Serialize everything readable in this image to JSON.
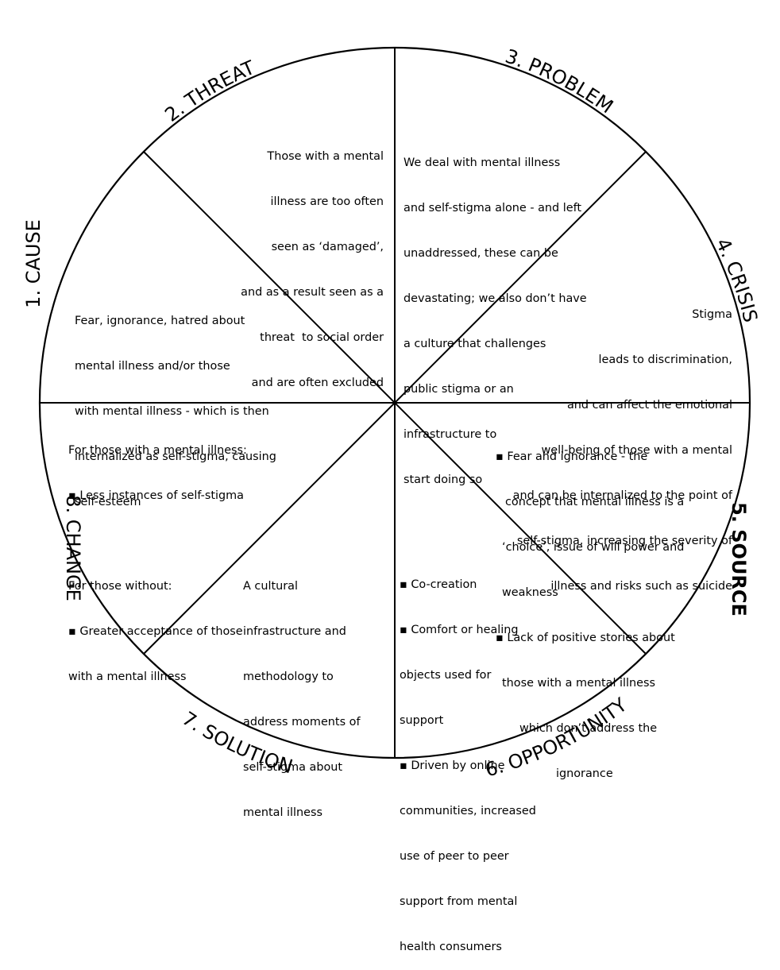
{
  "diagram": {
    "segments": [
      {
        "id": "cause",
        "label": "1. CAUSE",
        "lines": [
          "Fear, ignorance, hatred about",
          "mental illness and/or those",
          "with mental illness - which is then",
          "internalized as self-stigma, causing",
          "self-esteem"
        ]
      },
      {
        "id": "threat",
        "label": "2. THREAT",
        "lines": [
          "Those with a mental",
          "illness are too often",
          "seen as ‘damaged’,",
          "and as a result seen as a",
          "threat  to social order",
          "and are often excluded"
        ]
      },
      {
        "id": "problem",
        "label": "3. PROBLEM",
        "lines": [
          "We deal with mental illness",
          "and self-stigma alone - and left",
          "unaddressed, these can be",
          "devastating; we also don’t have",
          "a culture that challenges",
          "public stigma or an",
          "infrastructure to",
          "start doing so"
        ]
      },
      {
        "id": "crisis",
        "label": "4. CRISIS",
        "lines": [
          "Stigma",
          "leads to discrimination,",
          "and can affect the emotional",
          "well-being of those with a mental",
          "and can be internalized to the point of",
          "self-stigma, increasing the severity of",
          "illness and risks such as suicide"
        ]
      },
      {
        "id": "source",
        "label": "5. SOURCE",
        "lines": [
          "▪ Fear and ignorance - the",
          "concept that mental illness is a",
          "‘choice’, issue of will power and",
          "weakness",
          "▪ Lack of positive stories about",
          "those with a mental illness",
          "which don’t address the",
          "ignorance"
        ]
      },
      {
        "id": "opportunity",
        "label": "6. OPPORTUNITY",
        "lines": [
          "▪ Co-creation",
          "▪ Comfort or healing",
          "objects used for",
          "support",
          "▪ Driven by online",
          "communities, increased",
          "use of peer to peer",
          "support from mental",
          "health consumers"
        ]
      },
      {
        "id": "solution",
        "label": "7. SOLUTION",
        "lines": [
          "A cultural",
          "infrastructure and",
          "methodology to",
          "address moments of",
          "self-stigma about",
          "mental illness"
        ]
      },
      {
        "id": "change",
        "label": "8. CHANGE",
        "lines": [
          "For those with a mental illness:",
          "▪ Less instances of self-stigma",
          "",
          "For those without:",
          "▪ Greater acceptance of those",
          "with a mental illness"
        ]
      }
    ]
  }
}
